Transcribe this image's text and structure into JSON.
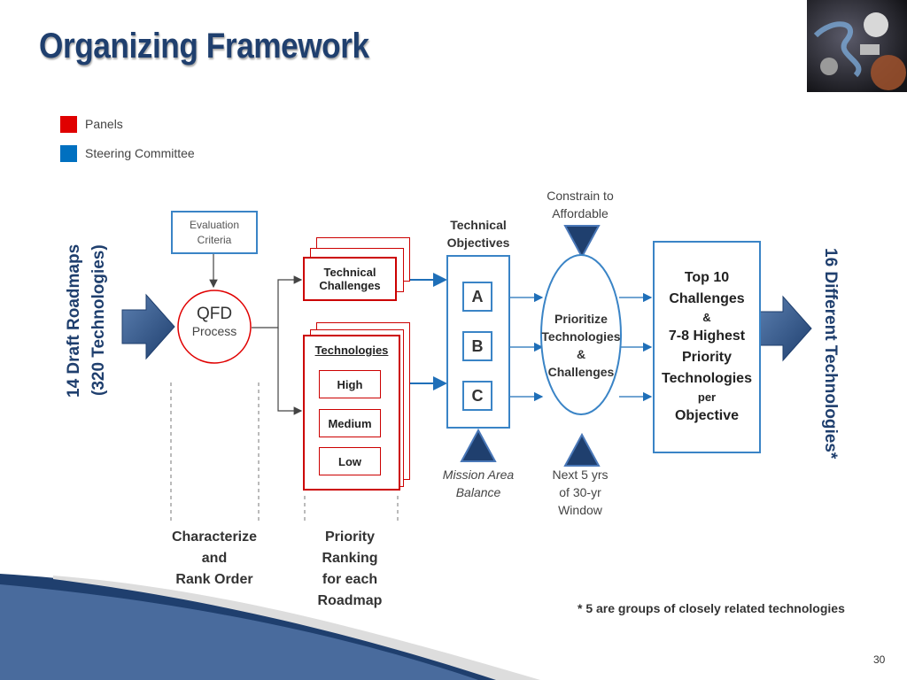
{
  "slide": {
    "title": "Organizing Framework",
    "page_number": "30",
    "footnote": "* 5 are groups of closely related technologies"
  },
  "legend": [
    {
      "label": "Panels",
      "color": "#e00000"
    },
    {
      "label": "Steering Committee",
      "color": "#0070c0"
    }
  ],
  "inputs": {
    "left_vertical_line1": "14 Draft Roadmaps",
    "left_vertical_line2": "(320 Technologies)",
    "right_vertical": "16 Different Technologies*"
  },
  "qfd": {
    "eval_line1": "Evaluation",
    "eval_line2": "Criteria",
    "qfd_label": "QFD",
    "process_label": "Process"
  },
  "panels": {
    "tech_challenges_line1": "Technical",
    "tech_challenges_line2": "Challenges",
    "technologies": "Technologies",
    "levels": [
      "High",
      "Medium",
      "Low"
    ]
  },
  "objectives": {
    "header_line1": "Technical",
    "header_line2": "Objectives",
    "items": [
      "A",
      "B",
      "C"
    ],
    "mission_line1": "Mission Area",
    "mission_line2": "Balance"
  },
  "prioritize": {
    "constrain_line1": "Constrain to",
    "constrain_line2": "Affordable",
    "line1": "Prioritize",
    "line2": "Technologies",
    "line3": "&",
    "line4": "Challenges",
    "next_line1": "Next 5 yrs",
    "next_line2": "of 30-yr",
    "next_line3": "Window"
  },
  "output": {
    "line1": "Top 10",
    "line2": "Challenges",
    "line3": "&",
    "line4": "7-8 Highest",
    "line5": "Priority",
    "line6": "Technologies",
    "line7": "per",
    "line8": "Objective"
  },
  "captions": {
    "char_line1": "Characterize",
    "char_line2": "and",
    "char_line3": "Rank Order",
    "prio_line1": "Priority",
    "prio_line2": "Ranking",
    "prio_line3": "for each",
    "prio_line4": "Roadmap"
  }
}
